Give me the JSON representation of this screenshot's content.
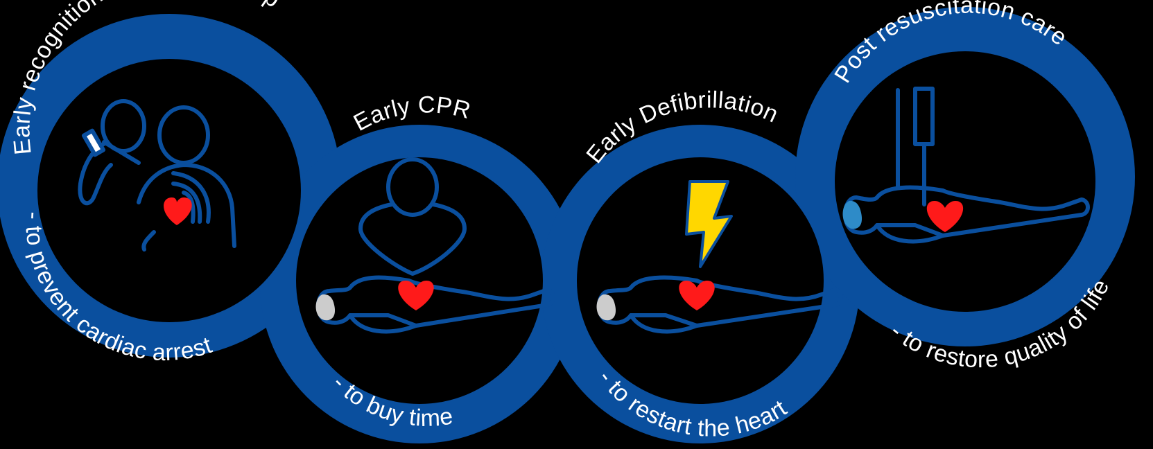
{
  "colors": {
    "background": "#000000",
    "ring": "#0a4f9e",
    "figure_outline": "#0a4f9e",
    "heart": "#ff1a1a",
    "head_grey": "#cccccc",
    "head_blue": "#2e8bc8",
    "lightning": "#ffd700",
    "text": "#ffffff"
  },
  "links": [
    {
      "title": "Early recognition and call for help",
      "subtitle": "- to prevent cardiac arrest",
      "icon": "phone-call-rescuer-icon"
    },
    {
      "title": "Early CPR",
      "subtitle": "- to buy time",
      "icon": "cpr-compression-icon"
    },
    {
      "title": "Early Defibrillation",
      "subtitle": "- to restart the heart",
      "icon": "defibrillation-shock-icon"
    },
    {
      "title": "Post resuscitation care",
      "subtitle": "- to restore quality of life",
      "icon": "iv-drip-patient-icon"
    }
  ]
}
